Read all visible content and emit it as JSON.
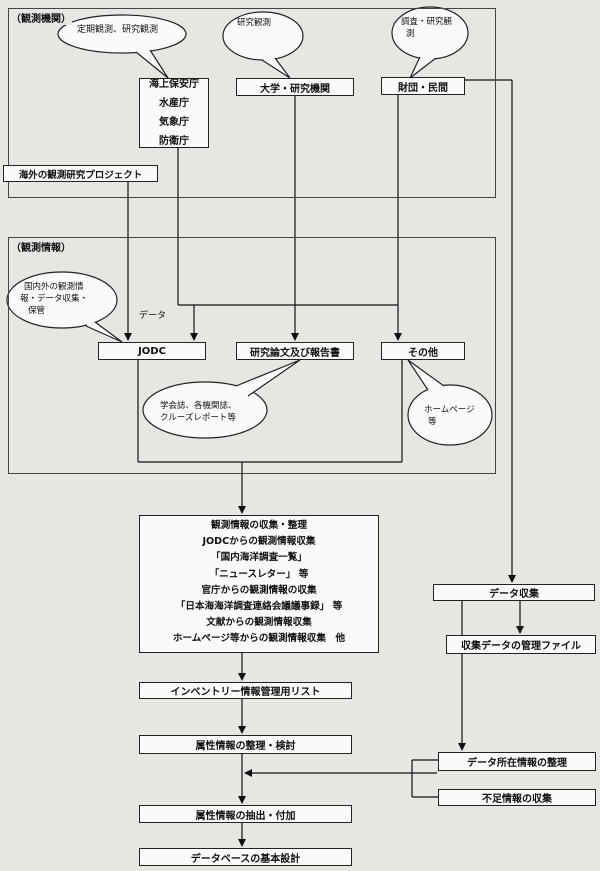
{
  "groups": {
    "institutions_label": "（観測機関）",
    "info_label": "（観測情報）"
  },
  "bubbles": {
    "periodic": "定期観測、研究観測",
    "research": "研究観測",
    "survey": [
      "調査・研究観",
      "測"
    ],
    "jodc_note": [
      "国内外の観測情",
      "報・データ収集・",
      "保管"
    ],
    "papers_note": [
      "学会誌、各機関誌、",
      "クルーズレポート等"
    ],
    "homepage_note": [
      "ホームページ",
      "等"
    ]
  },
  "nodes": {
    "agencies": [
      "海上保安庁",
      "水産庁",
      "気象庁",
      "防衛庁"
    ],
    "university": "大学・研究機関",
    "foundation": "財団・民間",
    "overseas": "海外の観測研究プロジェクト",
    "jodc": "JODC",
    "papers": "研究論文及び報告書",
    "other": "その他",
    "collection": [
      "観測情報の収集・整理",
      "JODCからの観測情報収集",
      "「国内海洋調査一覧」",
      "「ニュースレター」 等",
      "官庁からの観測情報の収集",
      "「日本海海洋調査連絡会議議事録」 等",
      "文献からの観測情報収集",
      "ホームページ等からの観測情報収集　他"
    ],
    "inventory": "インベントリー情報管理用リスト",
    "attr_organize": "属性情報の整理・検討",
    "attr_extract": "属性情報の抽出・付加",
    "db_design": "データベースの基本設計",
    "data_collection": "データ収集",
    "mgmt_file": "収集データの管理ファイル",
    "location_info": "データ所在情報の整理",
    "missing_info": "不足情報の収集"
  },
  "labels": {
    "data": "データ"
  }
}
